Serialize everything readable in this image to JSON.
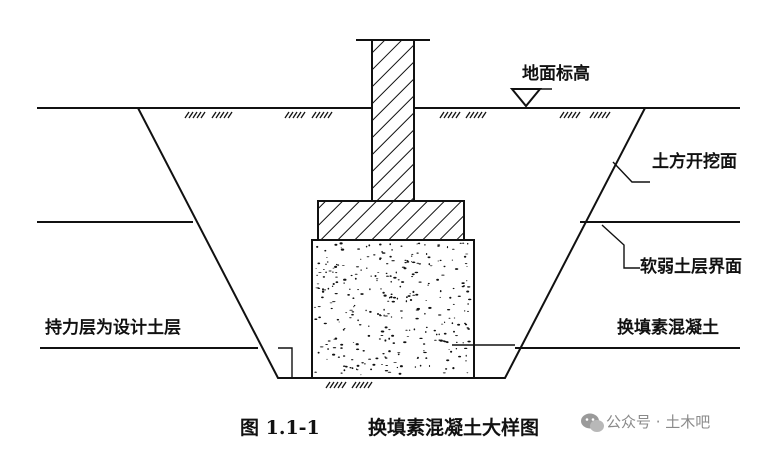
{
  "labels": {
    "ground_elevation": "地面标高",
    "excavation_surface": "土方开挖面",
    "soft_soil_interface": "软弱土层界面",
    "bearing_layer": "持力层为设计土层",
    "replacement_concrete": "换填素混凝土"
  },
  "caption": {
    "figure_number": "图 1.1-1",
    "title": "换填素混凝土大样图"
  },
  "watermark": {
    "text": "公众号 · 土木吧",
    "icon": "wechat-icon"
  },
  "colors": {
    "line": "#111111",
    "background": "#ffffff",
    "watermark": "#8a8a8a"
  }
}
